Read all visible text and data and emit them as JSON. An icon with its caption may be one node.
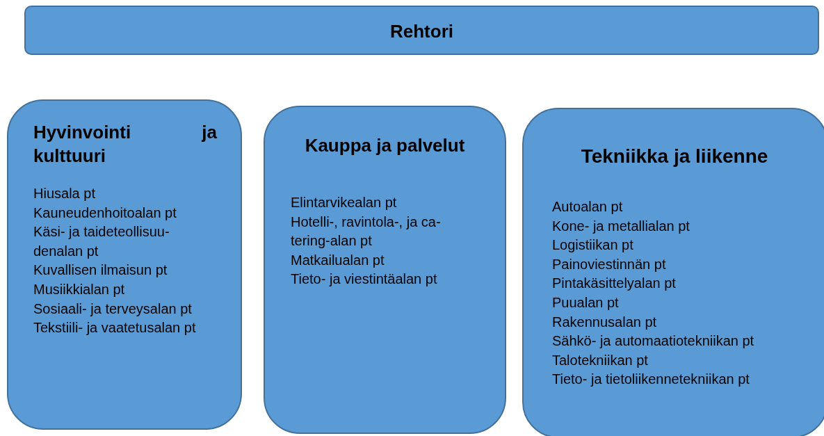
{
  "diagram": {
    "nodes": [
      {
        "text": [
          "Rehtori"
        ]
      },
      {
        "text": [
          "Hyvinvointi ja kulttuuri",
          "Hiusala pt",
          "Kauneudenhoitoalan pt",
          "Käsi- ja taideteollisuu- denalan pt",
          "Kuvallisen ilmaisun pt",
          "Musiikkialan pt",
          "Sosiaali- ja terveysalan pt",
          "Tekstiili- ja vaatetusalan pt"
        ]
      },
      {
        "text": [
          "Kauppa ja palvelut",
          "Elintarvikealan pt",
          "Hotelli-, ravintola-, ja ca- tering-alan pt",
          "Matkailualan pt",
          "Tieto- ja viestintäalan pt"
        ]
      },
      {
        "text": [
          "Tekniikka ja liikenne",
          "Autoalan pt",
          "Kone- ja metallialan pt",
          "Logistiikan pt",
          "Painoviestinnän pt",
          "Pintakäsittelyalan pt",
          "Puualan pt",
          "Rakennusalan pt",
          "Sähkö- ja automaatiotekniikan pt",
          "Talotekniikan pt",
          "Tieto- ja tietoliikennetekniikan pt"
        ]
      }
    ]
  }
}
